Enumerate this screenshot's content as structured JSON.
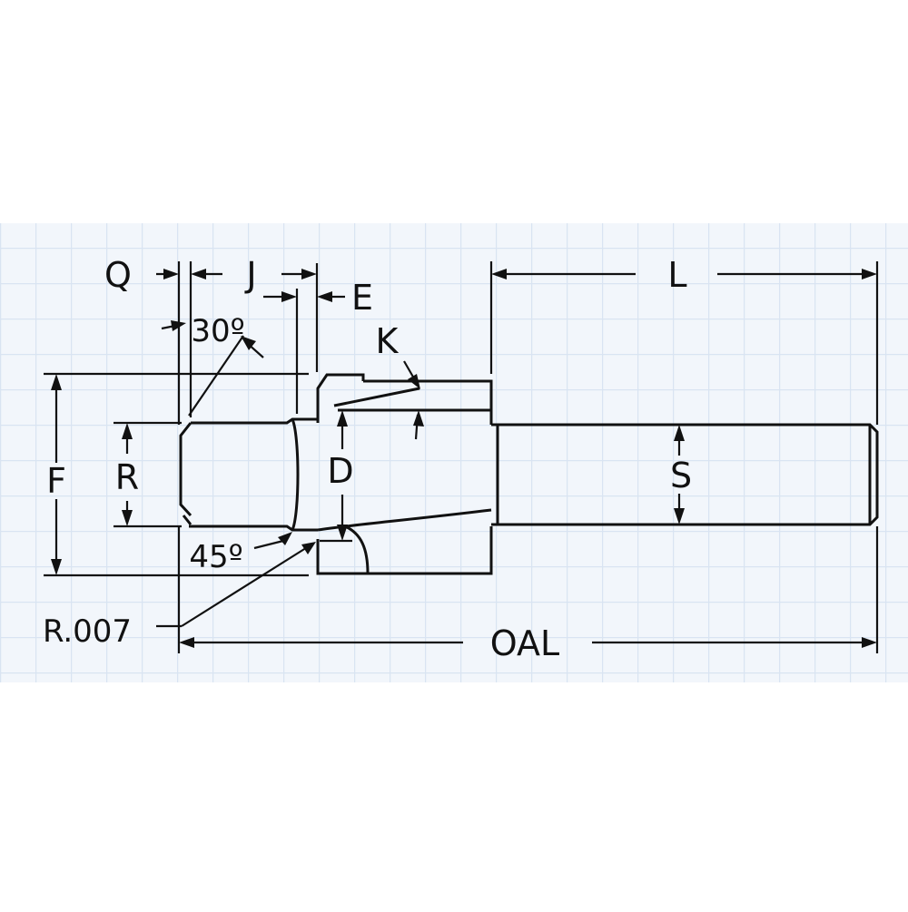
{
  "colors": {
    "background": "#ffffff",
    "grid_fill": "#f2f6fb",
    "grid_line": "#d9e4f2",
    "line": "#111111"
  },
  "labels": {
    "q": "Q",
    "j": "J",
    "e": "E",
    "l": "L",
    "k": "K",
    "angle_30": "30º",
    "f": "F",
    "r": "R",
    "d": "D",
    "s": "S",
    "angle_45": "45º",
    "radius": "R.007",
    "oal": "OAL"
  }
}
